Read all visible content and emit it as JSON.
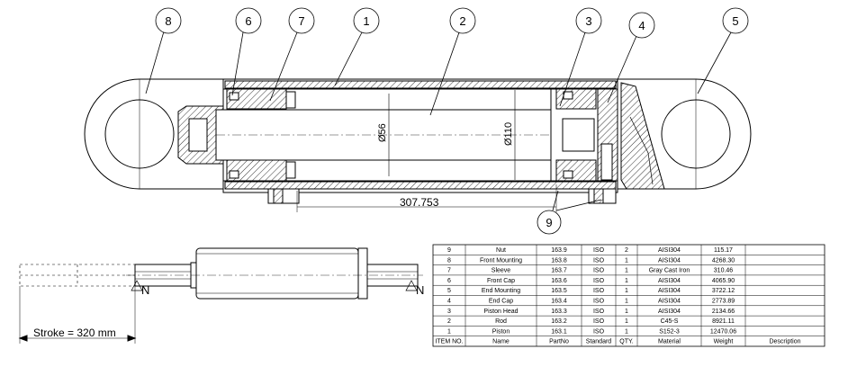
{
  "balloons": [
    {
      "id": "8",
      "label": "8"
    },
    {
      "id": "6",
      "label": "6"
    },
    {
      "id": "7",
      "label": "7"
    },
    {
      "id": "1",
      "label": "1"
    },
    {
      "id": "2",
      "label": "2"
    },
    {
      "id": "3",
      "label": "3"
    },
    {
      "id": "4",
      "label": "4"
    },
    {
      "id": "5",
      "label": "5"
    },
    {
      "id": "9",
      "label": "9"
    }
  ],
  "dimensions": {
    "rod_diameter": "Ø56",
    "bore_diameter": "Ø110",
    "length": "307.753",
    "stroke": "Stroke = 320 mm",
    "side_label_left": "N",
    "side_label_right": "N"
  },
  "bom": {
    "headers": [
      "ITEM NO.",
      "Name",
      "PartNo",
      "Standard",
      "QTY.",
      "Material",
      "Weight",
      "Description"
    ],
    "rows": [
      [
        "9",
        "Nut",
        "163.9",
        "ISO",
        "2",
        "AISI304",
        "115.17",
        ""
      ],
      [
        "8",
        "Front Mounting",
        "163.8",
        "ISO",
        "1",
        "AISI304",
        "4268.30",
        ""
      ],
      [
        "7",
        "Sleeve",
        "163.7",
        "ISO",
        "1",
        "Gray Cast Iron",
        "310.46",
        ""
      ],
      [
        "6",
        "Front Cap",
        "163.6",
        "ISO",
        "1",
        "AISI304",
        "4065.90",
        ""
      ],
      [
        "5",
        "End Mounting",
        "163.5",
        "ISO",
        "1",
        "AISI304",
        "3722.12",
        ""
      ],
      [
        "4",
        "End Cap",
        "163.4",
        "ISO",
        "1",
        "AISI304",
        "2773.89",
        ""
      ],
      [
        "3",
        "Piston Head",
        "163.3",
        "ISO",
        "1",
        "AISI304",
        "2134.66",
        ""
      ],
      [
        "2",
        "Rod",
        "163.2",
        "ISO",
        "1",
        "C45-S",
        "8921.11",
        ""
      ],
      [
        "1",
        "Piston",
        "163.1",
        "ISO",
        "1",
        "S152-3",
        "12470.06",
        ""
      ]
    ]
  }
}
